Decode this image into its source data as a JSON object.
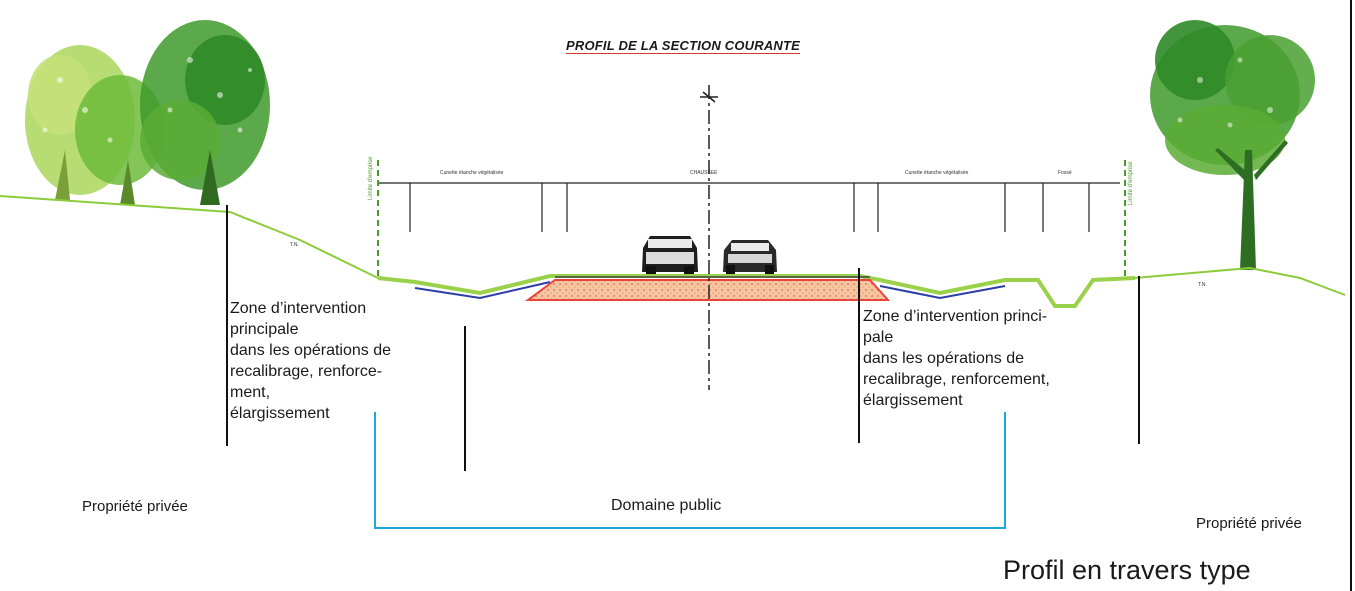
{
  "drawing": {
    "title": "PROFIL DE LA SECTION COURANTE",
    "dim_labels": {
      "left_ditch": "Cunette étanche végétalisée",
      "center": "CHAUSSEE",
      "right_ditch": "Cunette étanche végétalisée",
      "far_right": "Fossé"
    },
    "limit_left": "Limite d'emprise",
    "limit_right": "Limite d'emprise",
    "ta_left": "T.N.",
    "ta_right": "T.N."
  },
  "annotations": {
    "zone_left": [
      "Zone d’intervention",
      "principale",
      "dans les opérations de",
      "recalibrage, renforce-",
      "ment,",
      "élargissement"
    ],
    "zone_right": [
      "Zone d’intervention princi-",
      "pale",
      "dans les opérations de",
      "recalibrage, renforcement,",
      "élargissement"
    ],
    "property_left": "Propriété privée",
    "property_right": "Propriété privée",
    "public_domain": "Domaine public"
  },
  "caption": "Profil en travers type",
  "colors": {
    "tree_dark": "#2f8f2a",
    "tree_light": "#9ccc3c",
    "ground": "#8ccc3a",
    "bracket": "#1aa7dd",
    "asphalt_fill": "#f2b48a",
    "asphalt_edge": "#e8443a",
    "subgrade": "#2b3ea8"
  }
}
